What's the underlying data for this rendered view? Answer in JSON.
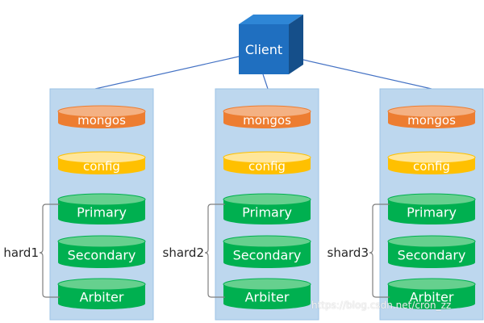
{
  "colors": {
    "panel": "#bdd7ee",
    "panel_border": "#9dc3e6",
    "link": "#4472c4",
    "client_face": "#1f6fc0",
    "client_top": "#2e86d6",
    "client_side": "#154f8a",
    "mongos": "#ed7d31",
    "mongos_top": "#f4b183",
    "config": "#ffc000",
    "config_top": "#ffe699",
    "replica": "#00b050",
    "replica_top": "#66d08e",
    "bracket": "#7f7f7f",
    "text_light": "#ffffff",
    "text_dark": "#262626"
  },
  "client": {
    "label": "Client"
  },
  "shards": [
    {
      "shard_label": "hard1",
      "mongos": "mongos",
      "config": "config",
      "members": [
        "Primary",
        "Secondary",
        "Arbiter"
      ]
    },
    {
      "shard_label": "shard2",
      "mongos": "mongos",
      "config": "config",
      "members": [
        "Primary",
        "Secondary",
        "Arbiter"
      ]
    },
    {
      "shard_label": "shard3",
      "mongos": "mongos",
      "config": "config",
      "members": [
        "Primary",
        "Secondary",
        "Arbiter"
      ]
    }
  ],
  "watermark": "https://blog.csdn.net/cron_zz"
}
